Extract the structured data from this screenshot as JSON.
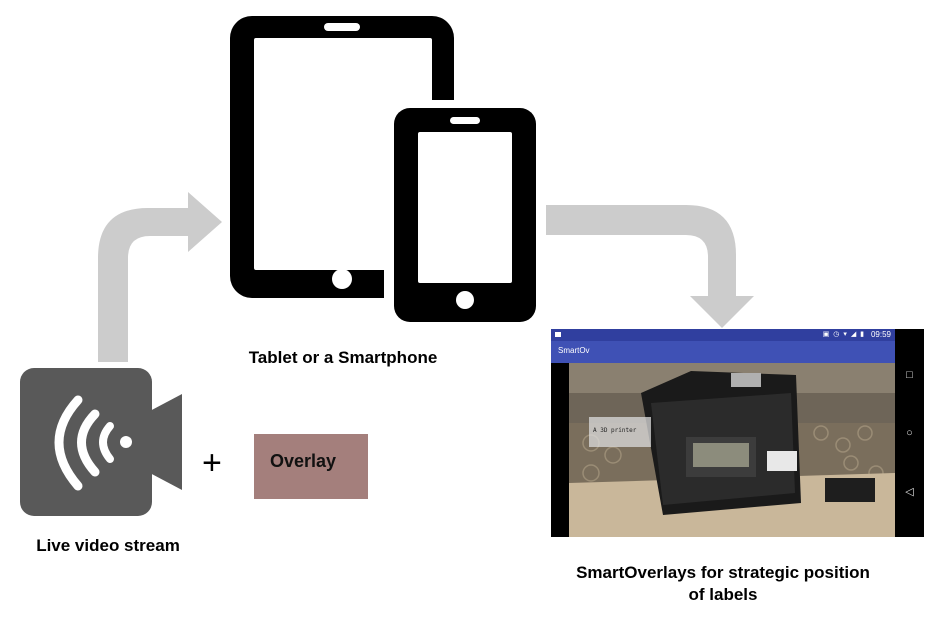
{
  "captions": {
    "device": "Tablet or a Smartphone",
    "video": "Live video stream",
    "overlay": "Overlay",
    "result_line1": "SmartOverlays for strategic position",
    "result_line2": "of labels"
  },
  "operator": "+",
  "screenshot": {
    "status_time": "09:59",
    "app_title": "SmartOv",
    "ar_label": "A 3D printer",
    "nav": [
      "□",
      "○",
      "◁"
    ]
  },
  "icons": [
    "tablet-icon",
    "smartphone-icon",
    "video-camera-icon",
    "arrow-up-right",
    "arrow-right-down"
  ],
  "colors": {
    "arrow": "#cccccc",
    "device": "#000000",
    "video_icon": "#595959",
    "overlay_box": "#a47f7c",
    "app_bar": "#3f51b5",
    "status_bar": "#303f9f"
  }
}
